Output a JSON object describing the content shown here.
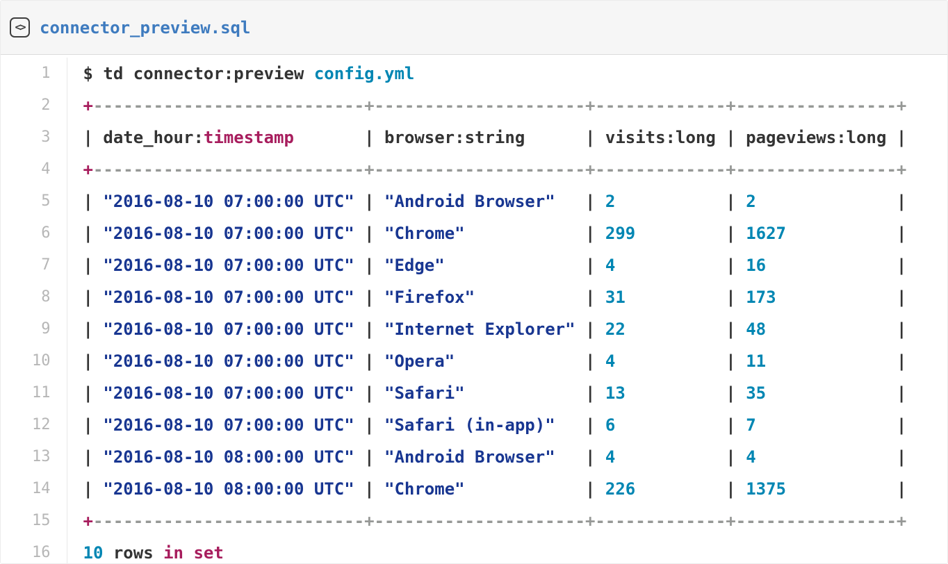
{
  "header": {
    "filename": "connector_preview.sql",
    "icon_glyph": "<>"
  },
  "colors": {
    "plain": "#333333",
    "keyword": "#a71d5d",
    "string": "#183691",
    "number": "#0086b3",
    "comment": "#969896",
    "filename_link": "#3e7bbf",
    "line_number": "#b6b6b6",
    "header_bg": "#f6f6f6",
    "header_border": "#dcdcdc",
    "gutter_border": "#e8e8e8"
  },
  "code": {
    "lines": [
      {
        "n": 1,
        "tokens": [
          {
            "t": "$ td connector:preview ",
            "c": "plain"
          },
          {
            "t": "config.yml",
            "c": "number"
          }
        ]
      },
      {
        "n": 2,
        "tokens": [
          {
            "t": "+",
            "c": "keyword"
          },
          {
            "t": "---------------------------+---------------------+-------------+----------------+",
            "c": "comment"
          }
        ]
      },
      {
        "n": 3,
        "tokens": [
          {
            "t": "| date_hour:",
            "c": "plain"
          },
          {
            "t": "timestamp",
            "c": "keyword"
          },
          {
            "t": "       | browser:string      | visits:long | pageviews:long |",
            "c": "plain"
          }
        ]
      },
      {
        "n": 4,
        "tokens": [
          {
            "t": "+",
            "c": "keyword"
          },
          {
            "t": "---------------------------+---------------------+-------------+----------------+",
            "c": "comment"
          }
        ]
      },
      {
        "n": 5,
        "tokens": [
          {
            "t": "| ",
            "c": "plain"
          },
          {
            "t": "\"2016-08-10 07:00:00 UTC\"",
            "c": "string"
          },
          {
            "t": " | ",
            "c": "plain"
          },
          {
            "t": "\"Android Browser\"",
            "c": "string"
          },
          {
            "t": "   | ",
            "c": "plain"
          },
          {
            "t": "2",
            "c": "number"
          },
          {
            "t": "           | ",
            "c": "plain"
          },
          {
            "t": "2",
            "c": "number"
          },
          {
            "t": "              |",
            "c": "plain"
          }
        ]
      },
      {
        "n": 6,
        "tokens": [
          {
            "t": "| ",
            "c": "plain"
          },
          {
            "t": "\"2016-08-10 07:00:00 UTC\"",
            "c": "string"
          },
          {
            "t": " | ",
            "c": "plain"
          },
          {
            "t": "\"Chrome\"",
            "c": "string"
          },
          {
            "t": "            | ",
            "c": "plain"
          },
          {
            "t": "299",
            "c": "number"
          },
          {
            "t": "         | ",
            "c": "plain"
          },
          {
            "t": "1627",
            "c": "number"
          },
          {
            "t": "           |",
            "c": "plain"
          }
        ]
      },
      {
        "n": 7,
        "tokens": [
          {
            "t": "| ",
            "c": "plain"
          },
          {
            "t": "\"2016-08-10 07:00:00 UTC\"",
            "c": "string"
          },
          {
            "t": " | ",
            "c": "plain"
          },
          {
            "t": "\"Edge\"",
            "c": "string"
          },
          {
            "t": "              | ",
            "c": "plain"
          },
          {
            "t": "4",
            "c": "number"
          },
          {
            "t": "           | ",
            "c": "plain"
          },
          {
            "t": "16",
            "c": "number"
          },
          {
            "t": "             |",
            "c": "plain"
          }
        ]
      },
      {
        "n": 8,
        "tokens": [
          {
            "t": "| ",
            "c": "plain"
          },
          {
            "t": "\"2016-08-10 07:00:00 UTC\"",
            "c": "string"
          },
          {
            "t": " | ",
            "c": "plain"
          },
          {
            "t": "\"Firefox\"",
            "c": "string"
          },
          {
            "t": "           | ",
            "c": "plain"
          },
          {
            "t": "31",
            "c": "number"
          },
          {
            "t": "          | ",
            "c": "plain"
          },
          {
            "t": "173",
            "c": "number"
          },
          {
            "t": "            |",
            "c": "plain"
          }
        ]
      },
      {
        "n": 9,
        "tokens": [
          {
            "t": "| ",
            "c": "plain"
          },
          {
            "t": "\"2016-08-10 07:00:00 UTC\"",
            "c": "string"
          },
          {
            "t": " | ",
            "c": "plain"
          },
          {
            "t": "\"Internet Explorer\"",
            "c": "string"
          },
          {
            "t": " | ",
            "c": "plain"
          },
          {
            "t": "22",
            "c": "number"
          },
          {
            "t": "          | ",
            "c": "plain"
          },
          {
            "t": "48",
            "c": "number"
          },
          {
            "t": "             |",
            "c": "plain"
          }
        ]
      },
      {
        "n": 10,
        "tokens": [
          {
            "t": "| ",
            "c": "plain"
          },
          {
            "t": "\"2016-08-10 07:00:00 UTC\"",
            "c": "string"
          },
          {
            "t": " | ",
            "c": "plain"
          },
          {
            "t": "\"Opera\"",
            "c": "string"
          },
          {
            "t": "             | ",
            "c": "plain"
          },
          {
            "t": "4",
            "c": "number"
          },
          {
            "t": "           | ",
            "c": "plain"
          },
          {
            "t": "11",
            "c": "number"
          },
          {
            "t": "             |",
            "c": "plain"
          }
        ]
      },
      {
        "n": 11,
        "tokens": [
          {
            "t": "| ",
            "c": "plain"
          },
          {
            "t": "\"2016-08-10 07:00:00 UTC\"",
            "c": "string"
          },
          {
            "t": " | ",
            "c": "plain"
          },
          {
            "t": "\"Safari\"",
            "c": "string"
          },
          {
            "t": "            | ",
            "c": "plain"
          },
          {
            "t": "13",
            "c": "number"
          },
          {
            "t": "          | ",
            "c": "plain"
          },
          {
            "t": "35",
            "c": "number"
          },
          {
            "t": "             |",
            "c": "plain"
          }
        ]
      },
      {
        "n": 12,
        "tokens": [
          {
            "t": "| ",
            "c": "plain"
          },
          {
            "t": "\"2016-08-10 07:00:00 UTC\"",
            "c": "string"
          },
          {
            "t": " | ",
            "c": "plain"
          },
          {
            "t": "\"Safari (in-app)\"",
            "c": "string"
          },
          {
            "t": "   | ",
            "c": "plain"
          },
          {
            "t": "6",
            "c": "number"
          },
          {
            "t": "           | ",
            "c": "plain"
          },
          {
            "t": "7",
            "c": "number"
          },
          {
            "t": "              |",
            "c": "plain"
          }
        ]
      },
      {
        "n": 13,
        "tokens": [
          {
            "t": "| ",
            "c": "plain"
          },
          {
            "t": "\"2016-08-10 08:00:00 UTC\"",
            "c": "string"
          },
          {
            "t": " | ",
            "c": "plain"
          },
          {
            "t": "\"Android Browser\"",
            "c": "string"
          },
          {
            "t": "   | ",
            "c": "plain"
          },
          {
            "t": "4",
            "c": "number"
          },
          {
            "t": "           | ",
            "c": "plain"
          },
          {
            "t": "4",
            "c": "number"
          },
          {
            "t": "              |",
            "c": "plain"
          }
        ]
      },
      {
        "n": 14,
        "tokens": [
          {
            "t": "| ",
            "c": "plain"
          },
          {
            "t": "\"2016-08-10 08:00:00 UTC\"",
            "c": "string"
          },
          {
            "t": " | ",
            "c": "plain"
          },
          {
            "t": "\"Chrome\"",
            "c": "string"
          },
          {
            "t": "            | ",
            "c": "plain"
          },
          {
            "t": "226",
            "c": "number"
          },
          {
            "t": "         | ",
            "c": "plain"
          },
          {
            "t": "1375",
            "c": "number"
          },
          {
            "t": "           |",
            "c": "plain"
          }
        ]
      },
      {
        "n": 15,
        "tokens": [
          {
            "t": "+",
            "c": "keyword"
          },
          {
            "t": "---------------------------+---------------------+-------------+----------------+",
            "c": "comment"
          }
        ]
      },
      {
        "n": 16,
        "tokens": [
          {
            "t": "10",
            "c": "number"
          },
          {
            "t": " rows ",
            "c": "plain"
          },
          {
            "t": "in",
            "c": "keyword"
          },
          {
            "t": " ",
            "c": "plain"
          },
          {
            "t": "set",
            "c": "keyword"
          }
        ]
      }
    ]
  }
}
